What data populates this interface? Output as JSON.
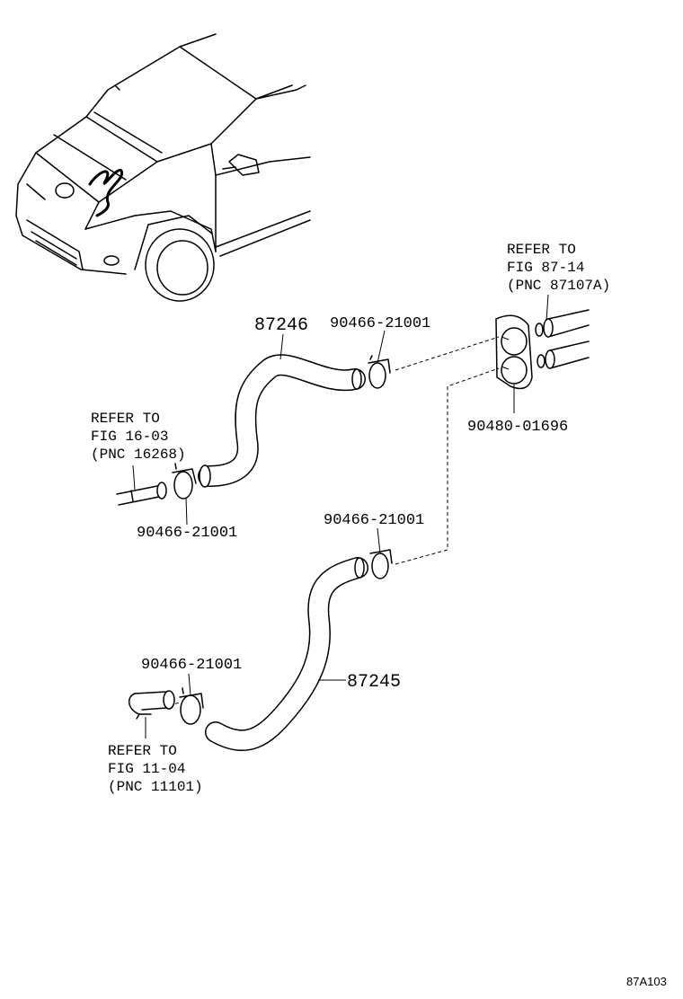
{
  "figure_code": "87A103",
  "parts": {
    "hose_upper": "87246",
    "hose_lower": "87245",
    "clamp_upper_right": "90466-21001",
    "clamp_upper_left": "90466-21001",
    "clamp_lower_right": "90466-21001",
    "clamp_lower_left": "90466-21001",
    "grommet": "90480-01696"
  },
  "refs": {
    "upper_right": {
      "line1": "REFER TO",
      "line2": "FIG 87-14",
      "line3": "(PNC 87107A)"
    },
    "middle_left": {
      "line1": "REFER TO",
      "line2": "FIG 16-03",
      "line3": "(PNC 16268)"
    },
    "bottom_left": {
      "line1": "REFER TO",
      "line2": "FIG 11-04",
      "line3": "(PNC 11101)"
    }
  }
}
